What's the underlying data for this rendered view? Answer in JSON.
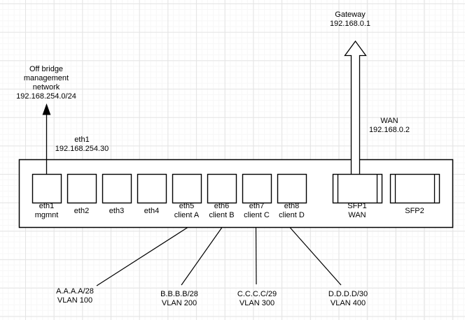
{
  "colors": {
    "background": "#ffffff",
    "stroke": "#000000",
    "text": "#000000",
    "grid_minor": "#f7f7f7",
    "grid_major": "#e4e4e4"
  },
  "diagram": {
    "gateway_label": "Gateway\n192.168.0.1",
    "wan_label": "WAN\n192.168.0.2",
    "management_network_label": "Off bridge\nmanagement\nnetwork\n192.168.254.0/24",
    "eth1_ip_label": "eth1\n192.168.254.30",
    "ports": [
      {
        "id": "eth1",
        "label": "eth1\nmgmnt"
      },
      {
        "id": "eth2",
        "label": "eth2"
      },
      {
        "id": "eth3",
        "label": "eth3"
      },
      {
        "id": "eth4",
        "label": "eth4"
      },
      {
        "id": "eth5",
        "label": "eth5\nclient A"
      },
      {
        "id": "eth6",
        "label": "eth6\nclient B"
      },
      {
        "id": "eth7",
        "label": "eth7\nclient C"
      },
      {
        "id": "eth8",
        "label": "eth8\nclient D"
      },
      {
        "id": "sfp1",
        "label": "SFP1\nWAN"
      },
      {
        "id": "sfp2",
        "label": "SFP2"
      }
    ],
    "vlans": [
      {
        "id": "vlan100",
        "label": "A.A.A.A/28\nVLAN 100"
      },
      {
        "id": "vlan200",
        "label": "B.B.B.B/28\nVLAN 200"
      },
      {
        "id": "vlan300",
        "label": "C.C.C.C/29\nVLAN 300"
      },
      {
        "id": "vlan400",
        "label": "D.D.D.D/30\nVLAN 400"
      }
    ]
  }
}
